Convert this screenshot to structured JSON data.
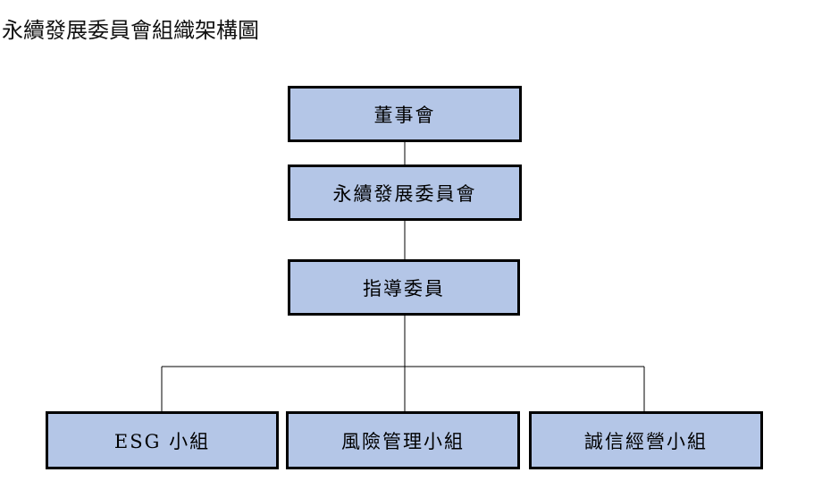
{
  "title": "永續發展委員會組織架構圖",
  "nodes": {
    "board": "董事會",
    "committee": "永續發展委員會",
    "guidance": "指導委員",
    "esg": "ESG 小組",
    "risk": "風險管理小組",
    "integrity": "誠信經營小組"
  },
  "colors": {
    "box_fill": "#b4c6e7",
    "box_border": "#000000",
    "connector": "#000000"
  }
}
